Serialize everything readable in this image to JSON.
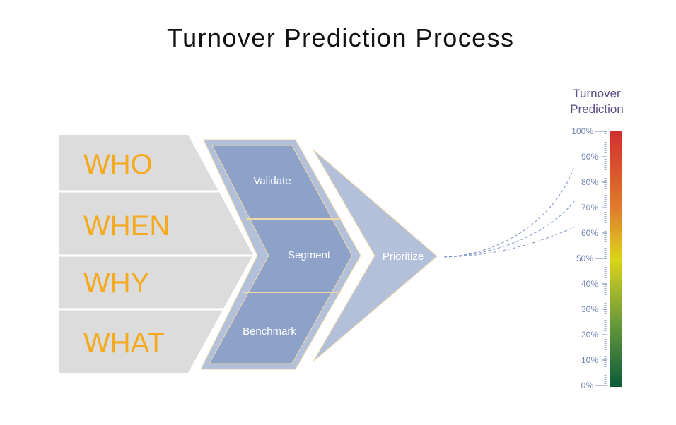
{
  "title": "Turnover Prediction Process",
  "questions": [
    "WHO",
    "WHEN",
    "WHY",
    "WHAT"
  ],
  "steps": [
    "Validate",
    "Segment",
    "Benchmark"
  ],
  "final_step": "Prioritize",
  "scale": {
    "title_line1": "Turnover",
    "title_line2": "Prediction",
    "ticks": [
      "100%",
      "90%",
      "80%",
      "70%",
      "60%",
      "50%",
      "40%",
      "30%",
      "20%",
      "10%",
      "0%"
    ],
    "gradient_colors": [
      "#d22f2f",
      "#e0a02a",
      "#dcd41a",
      "#6a9a3a",
      "#0b5a3a"
    ]
  },
  "colors": {
    "question_text": "#f5a91c",
    "grey_chevron": "#dcdcdc",
    "step_fill": "#8da1c9",
    "prioritize_fill": "#b3c0da"
  }
}
